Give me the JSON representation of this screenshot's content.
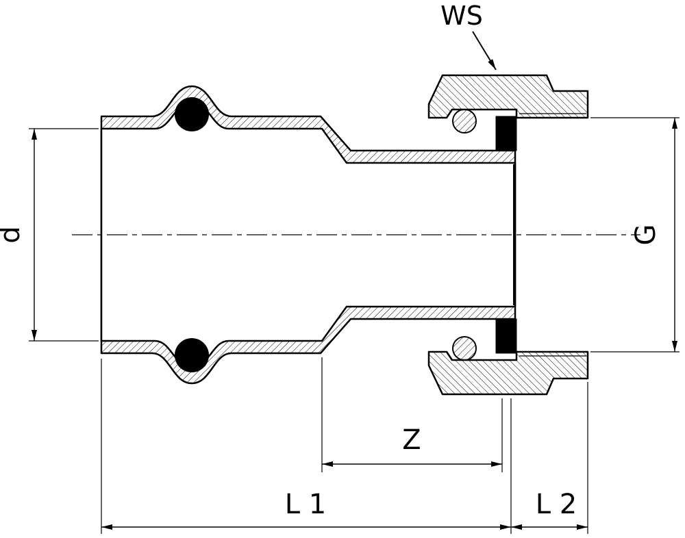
{
  "drawing": {
    "type": "technical-cross-section",
    "subject": "press-fitting adapter with union nut",
    "labels": {
      "d": "d",
      "g": "G",
      "z": "Z",
      "l1": "L 1",
      "l2": "L 2",
      "ws": "WS"
    },
    "colors": {
      "line": "#000000",
      "background": "#ffffff",
      "seal": "#000000"
    }
  }
}
